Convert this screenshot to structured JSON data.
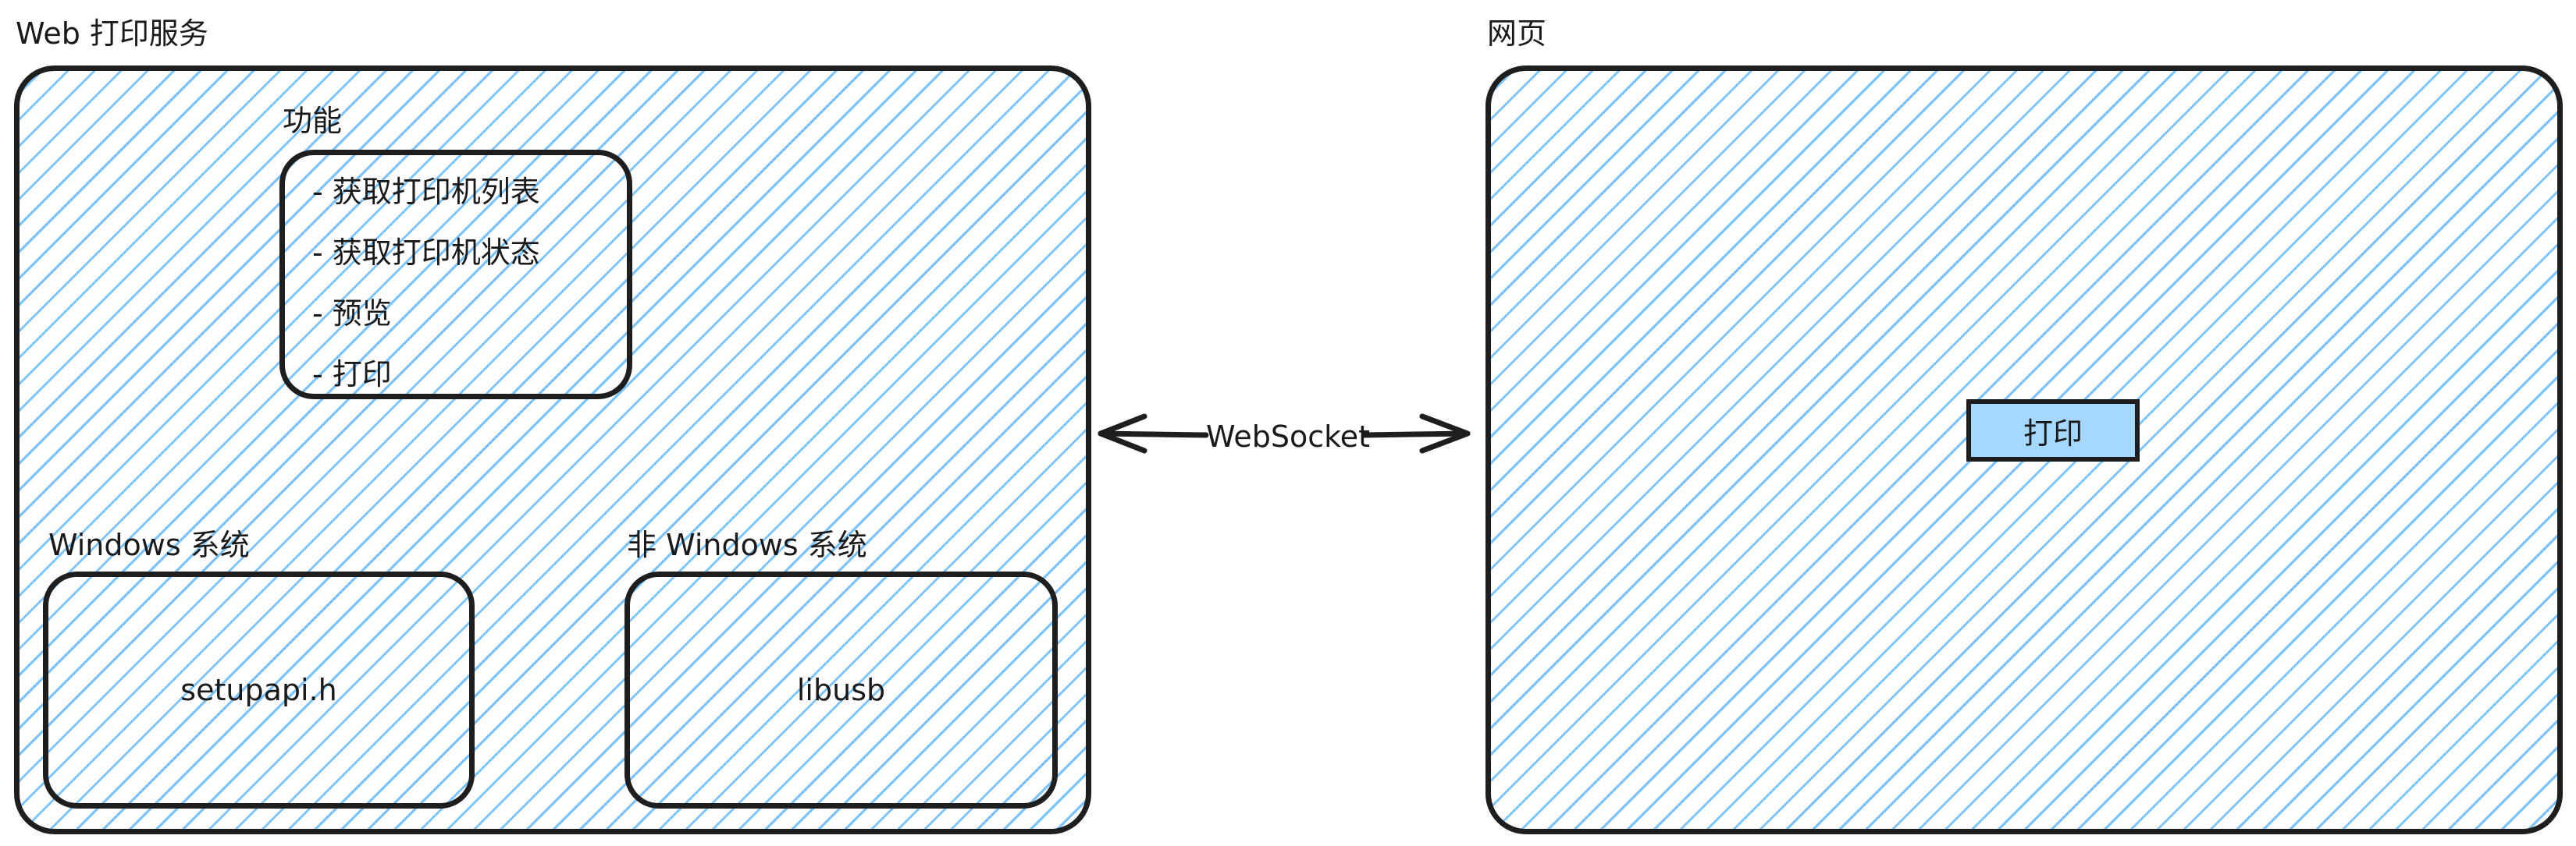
{
  "left_panel": {
    "title": "Web 打印服务",
    "functions": {
      "title": "功能",
      "items": [
        "- 获取打印机列表",
        "- 获取打印机状态",
        "- 预览",
        "- 打印"
      ]
    },
    "windows": {
      "title": "Windows 系统",
      "content": "setupapi.h"
    },
    "non_windows": {
      "title": "非 Windows 系统",
      "content": "libusb"
    }
  },
  "connector": {
    "label": "WebSocket"
  },
  "right_panel": {
    "title": "网页",
    "button_label": "打印"
  },
  "colors": {
    "hatch": "#74c0fc",
    "button_fill": "#a5d8ff",
    "stroke": "#1e1e1e"
  }
}
